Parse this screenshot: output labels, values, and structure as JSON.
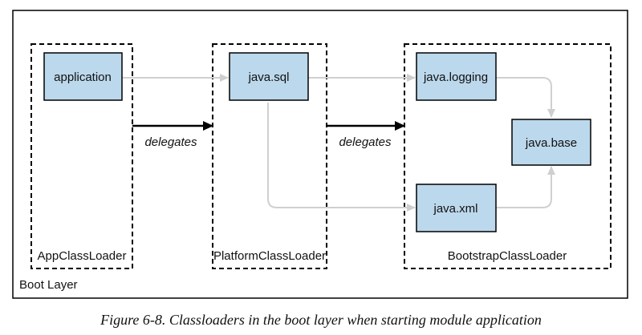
{
  "boot_layer": {
    "label": "Boot Layer"
  },
  "loaders": {
    "app": {
      "label": "AppClassLoader"
    },
    "platform": {
      "label": "PlatformClassLoader"
    },
    "bootstrap": {
      "label": "BootstrapClassLoader"
    }
  },
  "modules": {
    "application": "application",
    "java_sql": "java.sql",
    "java_logging": "java.logging",
    "java_base": "java.base",
    "java_xml": "java.xml"
  },
  "edges": {
    "delegates_1": "delegates",
    "delegates_2": "delegates"
  },
  "caption": "Figure 6-8. Classloaders in the boot layer when starting module application",
  "colors": {
    "module_fill": "#bcd8ec",
    "dependency_arrow": "#d0d0d0",
    "delegation_arrow": "#000000"
  }
}
